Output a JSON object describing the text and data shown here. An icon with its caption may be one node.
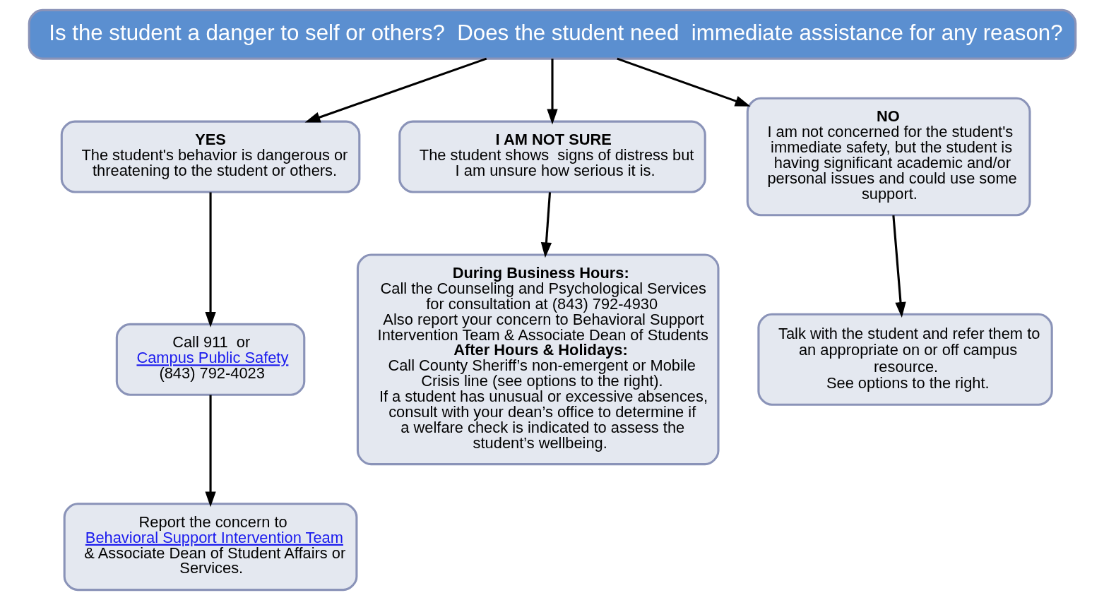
{
  "diagram": {
    "nodes": [
      {
        "text": [
          "Is the student a danger to self or others?  Does the student need  immediate assistance for any reason?"
        ]
      },
      {
        "text": [
          "YES",
          "The student's behavior is dangerous or threatening to the student or others."
        ]
      },
      {
        "text": [
          "Call 911  or",
          "Campus Public Safety",
          "(843) 792-4023"
        ]
      },
      {
        "text": [
          "Report the concern to",
          "Behavioral Support Intervention Team",
          "& Associate Dean of Student Affairs or Services."
        ]
      },
      {
        "text": [
          "I AM NOT SURE",
          "The student shows  signs of distress but I am unsure how serious it is."
        ]
      },
      {
        "text": [
          "During Business Hours:",
          "Call the Counseling and Psychological Services for consultation at (843) 792-4930",
          "Also report your concern to Behavioral Support Intervention Team & Associate Dean of Students",
          "After Hours & Holidays:",
          "Call County Sheriff’s non-emergent or Mobile Crisis line (see options to the right).",
          "If a student has unusual or excessive absences, consult with your dean’s office to determine if a welfare check is indicated to assess the student’s wellbeing."
        ]
      },
      {
        "text": [
          "NO",
          "I am not concerned for the student's  immediate safety, but the student is having significant academic and/or personal issues and could use some support."
        ]
      },
      {
        "text": [
          "Talk with the student and refer them to an appropriate on or off campus resource.",
          "See options to the right."
        ]
      }
    ],
    "edges": [
      {
        "from": 0,
        "to": 1,
        "arrow": "to"
      },
      {
        "from": 0,
        "to": 4,
        "arrow": "to"
      },
      {
        "from": 0,
        "to": 6,
        "arrow": "to"
      },
      {
        "from": 1,
        "to": 2,
        "arrow": "to"
      },
      {
        "from": 2,
        "to": 3,
        "arrow": "to"
      },
      {
        "from": 4,
        "to": 5,
        "arrow": "to"
      },
      {
        "from": 6,
        "to": 7,
        "arrow": "to"
      }
    ]
  }
}
